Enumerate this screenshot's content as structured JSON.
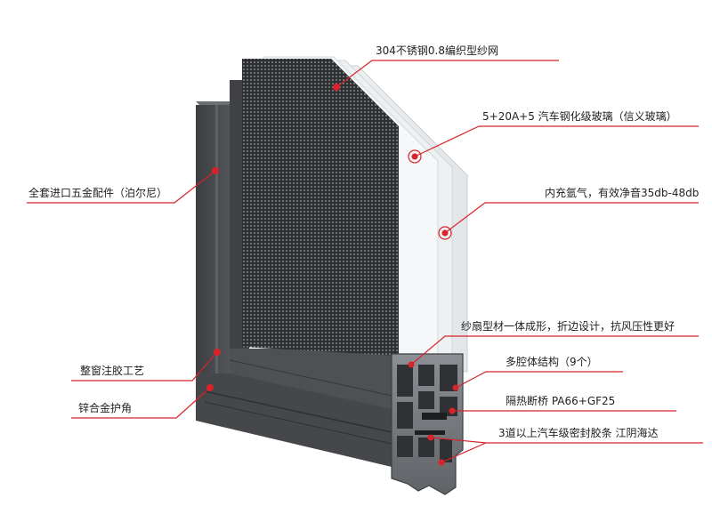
{
  "colors": {
    "accent": "#d8232a",
    "frame": "#4a4c4f",
    "mesh": "#2b2c2e",
    "background": "#ffffff"
  },
  "labels": {
    "mesh": "304不锈钢0.8编织型纱网",
    "glass": "5+20A+5  汽车钢化级玻璃（信义玻璃）",
    "hardware": "全套进口五金配件（泊尔尼）",
    "argon": "内充氩气，有效净音35db-48db",
    "sash_profile": "纱扇型材一体成形，折边设计，抗风压性更好",
    "multi_cavity": "多腔体结构（9个）",
    "injection": "整窗注胶工艺",
    "thermal_break": "隔热断桥 PA66+GF25",
    "corner": "锌合金护角",
    "seal": "3道以上汽车级密封胶条 江阴海达"
  }
}
